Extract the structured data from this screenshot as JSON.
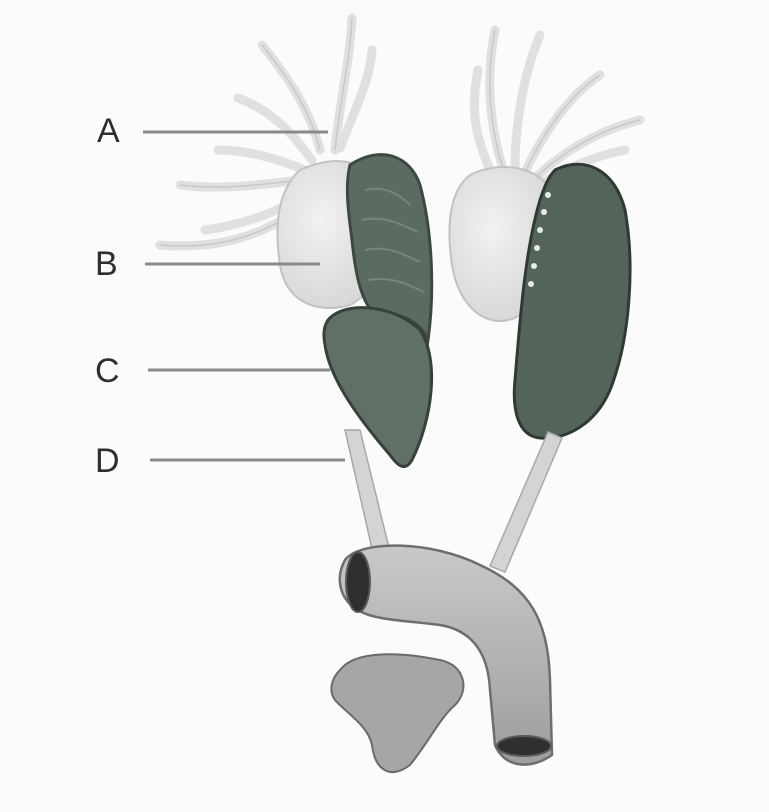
{
  "diagram": {
    "labels": [
      {
        "id": "a",
        "text": "A"
      },
      {
        "id": "b",
        "text": "B"
      },
      {
        "id": "c",
        "text": "C"
      },
      {
        "id": "d",
        "text": "D"
      }
    ]
  },
  "colors": {
    "background": "#fbfbfb",
    "tentacle": "#e3e3e3",
    "body_pale": "#e6e6e6",
    "gonad_dark": "#4f5e55",
    "gonad_mid": "#6b7a70",
    "tube": "#cfcfcf",
    "vessel": "#b9b9b9",
    "leader_line": "#8a8a8a"
  }
}
